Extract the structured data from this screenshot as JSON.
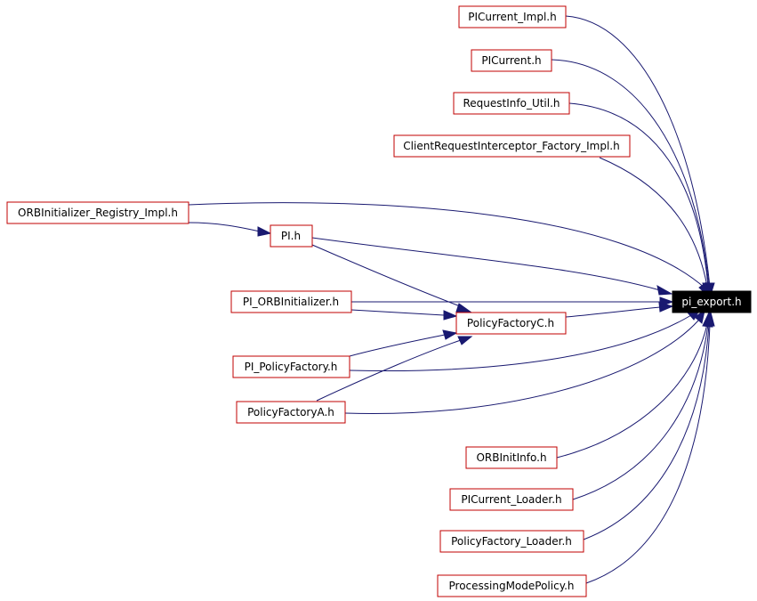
{
  "diagram": {
    "target": "pi_export.h",
    "colors": {
      "edge": "#191970",
      "node_border": "#c00000",
      "target_fill": "#000000",
      "target_text": "#ffffff"
    },
    "nodes": {
      "picurrent_impl": "PICurrent_Impl.h",
      "picurrent": "PICurrent.h",
      "requestinfo_util": "RequestInfo_Util.h",
      "clientrequestinterceptor_factory_impl": "ClientRequestInterceptor_Factory_Impl.h",
      "orbinitializer_registry_impl": "ORBInitializer_Registry_Impl.h",
      "pi": "PI.h",
      "pi_orbinitializer": "PI_ORBInitializer.h",
      "policyfactoryc": "PolicyFactoryC.h",
      "pi_policyfactory": "PI_PolicyFactory.h",
      "policyfactorya": "PolicyFactoryA.h",
      "orbinitinfo": "ORBInitInfo.h",
      "picurrent_loader": "PICurrent_Loader.h",
      "policyfactory_loader": "PolicyFactory_Loader.h",
      "processingmodepolicy": "ProcessingModePolicy.h",
      "pi_export": "pi_export.h"
    },
    "edges": [
      [
        "picurrent_impl",
        "pi_export"
      ],
      [
        "picurrent",
        "pi_export"
      ],
      [
        "requestinfo_util",
        "pi_export"
      ],
      [
        "clientrequestinterceptor_factory_impl",
        "pi_export"
      ],
      [
        "orbinitializer_registry_impl",
        "pi_export"
      ],
      [
        "orbinitializer_registry_impl",
        "pi"
      ],
      [
        "pi",
        "pi_export"
      ],
      [
        "pi",
        "policyfactoryc"
      ],
      [
        "pi_orbinitializer",
        "pi_export"
      ],
      [
        "pi_orbinitializer",
        "policyfactoryc"
      ],
      [
        "policyfactoryc",
        "pi_export"
      ],
      [
        "pi_policyfactory",
        "policyfactoryc"
      ],
      [
        "pi_policyfactory",
        "pi_export"
      ],
      [
        "policyfactorya",
        "policyfactoryc"
      ],
      [
        "policyfactorya",
        "pi_export"
      ],
      [
        "orbinitinfo",
        "pi_export"
      ],
      [
        "picurrent_loader",
        "pi_export"
      ],
      [
        "policyfactory_loader",
        "pi_export"
      ],
      [
        "processingmodepolicy",
        "pi_export"
      ]
    ]
  }
}
